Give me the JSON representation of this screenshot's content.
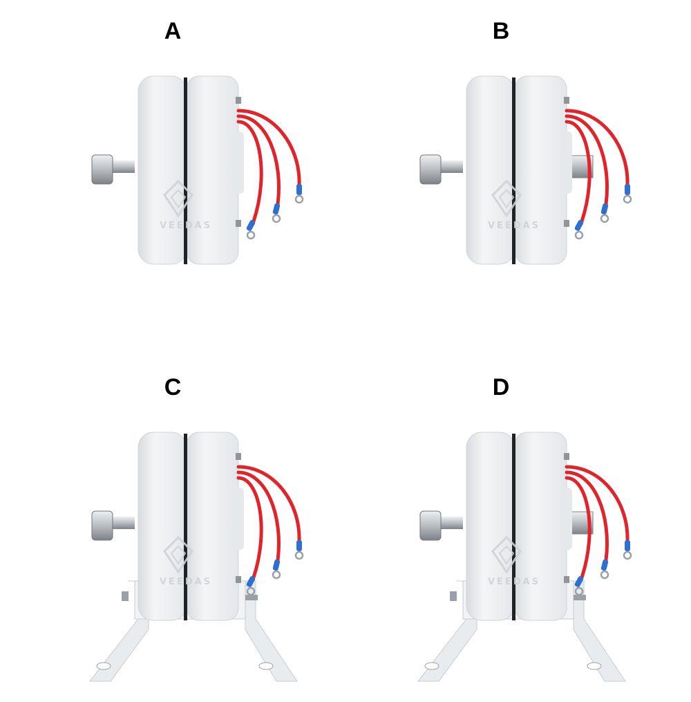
{
  "panels": [
    {
      "label": "A",
      "has_shaft": false,
      "has_base": false
    },
    {
      "label": "B",
      "has_shaft": true,
      "has_base": false
    },
    {
      "label": "C",
      "has_shaft": false,
      "has_base": true
    },
    {
      "label": "D",
      "has_shaft": true,
      "has_base": true
    }
  ],
  "watermark": "VEEDAS",
  "colors": {
    "housing": "#f4f5f6",
    "housing_shade": "#d9dcdf",
    "wire": "#e0242c",
    "terminal": "#2f6fd0",
    "metal": "#b9bdc2",
    "watermark": "#cfd3d7"
  }
}
